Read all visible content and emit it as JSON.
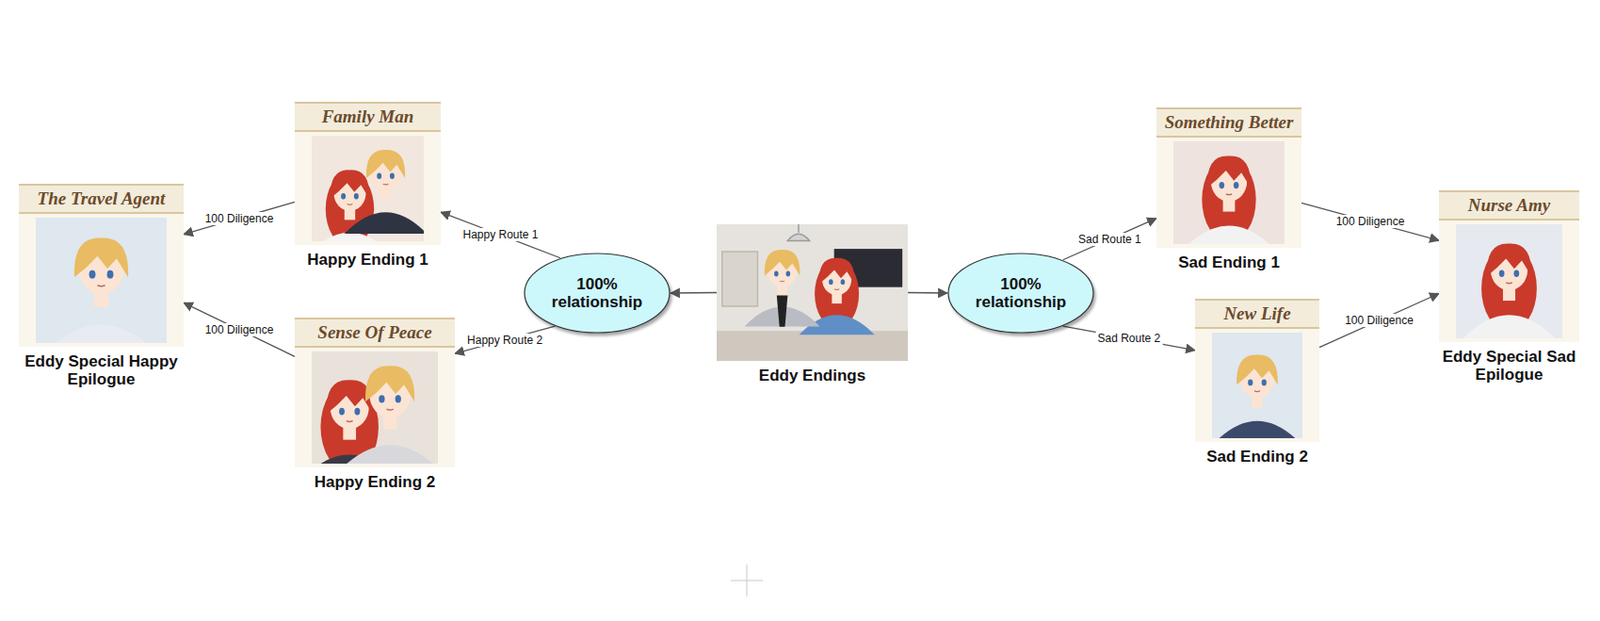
{
  "diagram": {
    "nodes": [
      {
        "text": [
          "The Travel Agent",
          "Eddy Special Happy Epilogue"
        ]
      },
      {
        "text": [
          "Family Man",
          "Happy Ending 1"
        ]
      },
      {
        "text": [
          "Sense Of Peace",
          "Happy Ending 2"
        ]
      },
      {
        "text": [
          "100% relationship"
        ]
      },
      {
        "text": [
          "Eddy Endings"
        ]
      },
      {
        "text": [
          "100% relationship"
        ]
      },
      {
        "text": [
          "Something Better",
          "Sad Ending 1"
        ]
      },
      {
        "text": [
          "New Life",
          "Sad Ending 2"
        ]
      },
      {
        "text": [
          "Nurse Amy",
          "Eddy Special Sad Epilogue"
        ]
      }
    ],
    "edges": [
      {
        "from": 4,
        "to": 3,
        "arrow": "to"
      },
      {
        "from": 3,
        "to": 1,
        "label": "Happy Route 1",
        "arrow": "to"
      },
      {
        "from": 3,
        "to": 2,
        "label": "Happy Route 2",
        "arrow": "to"
      },
      {
        "from": 1,
        "to": 0,
        "label": "100 Diligence",
        "arrow": "to"
      },
      {
        "from": 2,
        "to": 0,
        "label": "100 Diligence",
        "arrow": "to"
      },
      {
        "from": 4,
        "to": 5,
        "arrow": "to"
      },
      {
        "from": 5,
        "to": 6,
        "label": "Sad Route 1",
        "arrow": "to"
      },
      {
        "from": 5,
        "to": 7,
        "label": "Sad Route 2",
        "arrow": "to"
      },
      {
        "from": 6,
        "to": 8,
        "label": "100 Diligence",
        "arrow": "to"
      },
      {
        "from": 7,
        "to": 8,
        "label": "100 Diligence",
        "arrow": "to"
      }
    ]
  }
}
